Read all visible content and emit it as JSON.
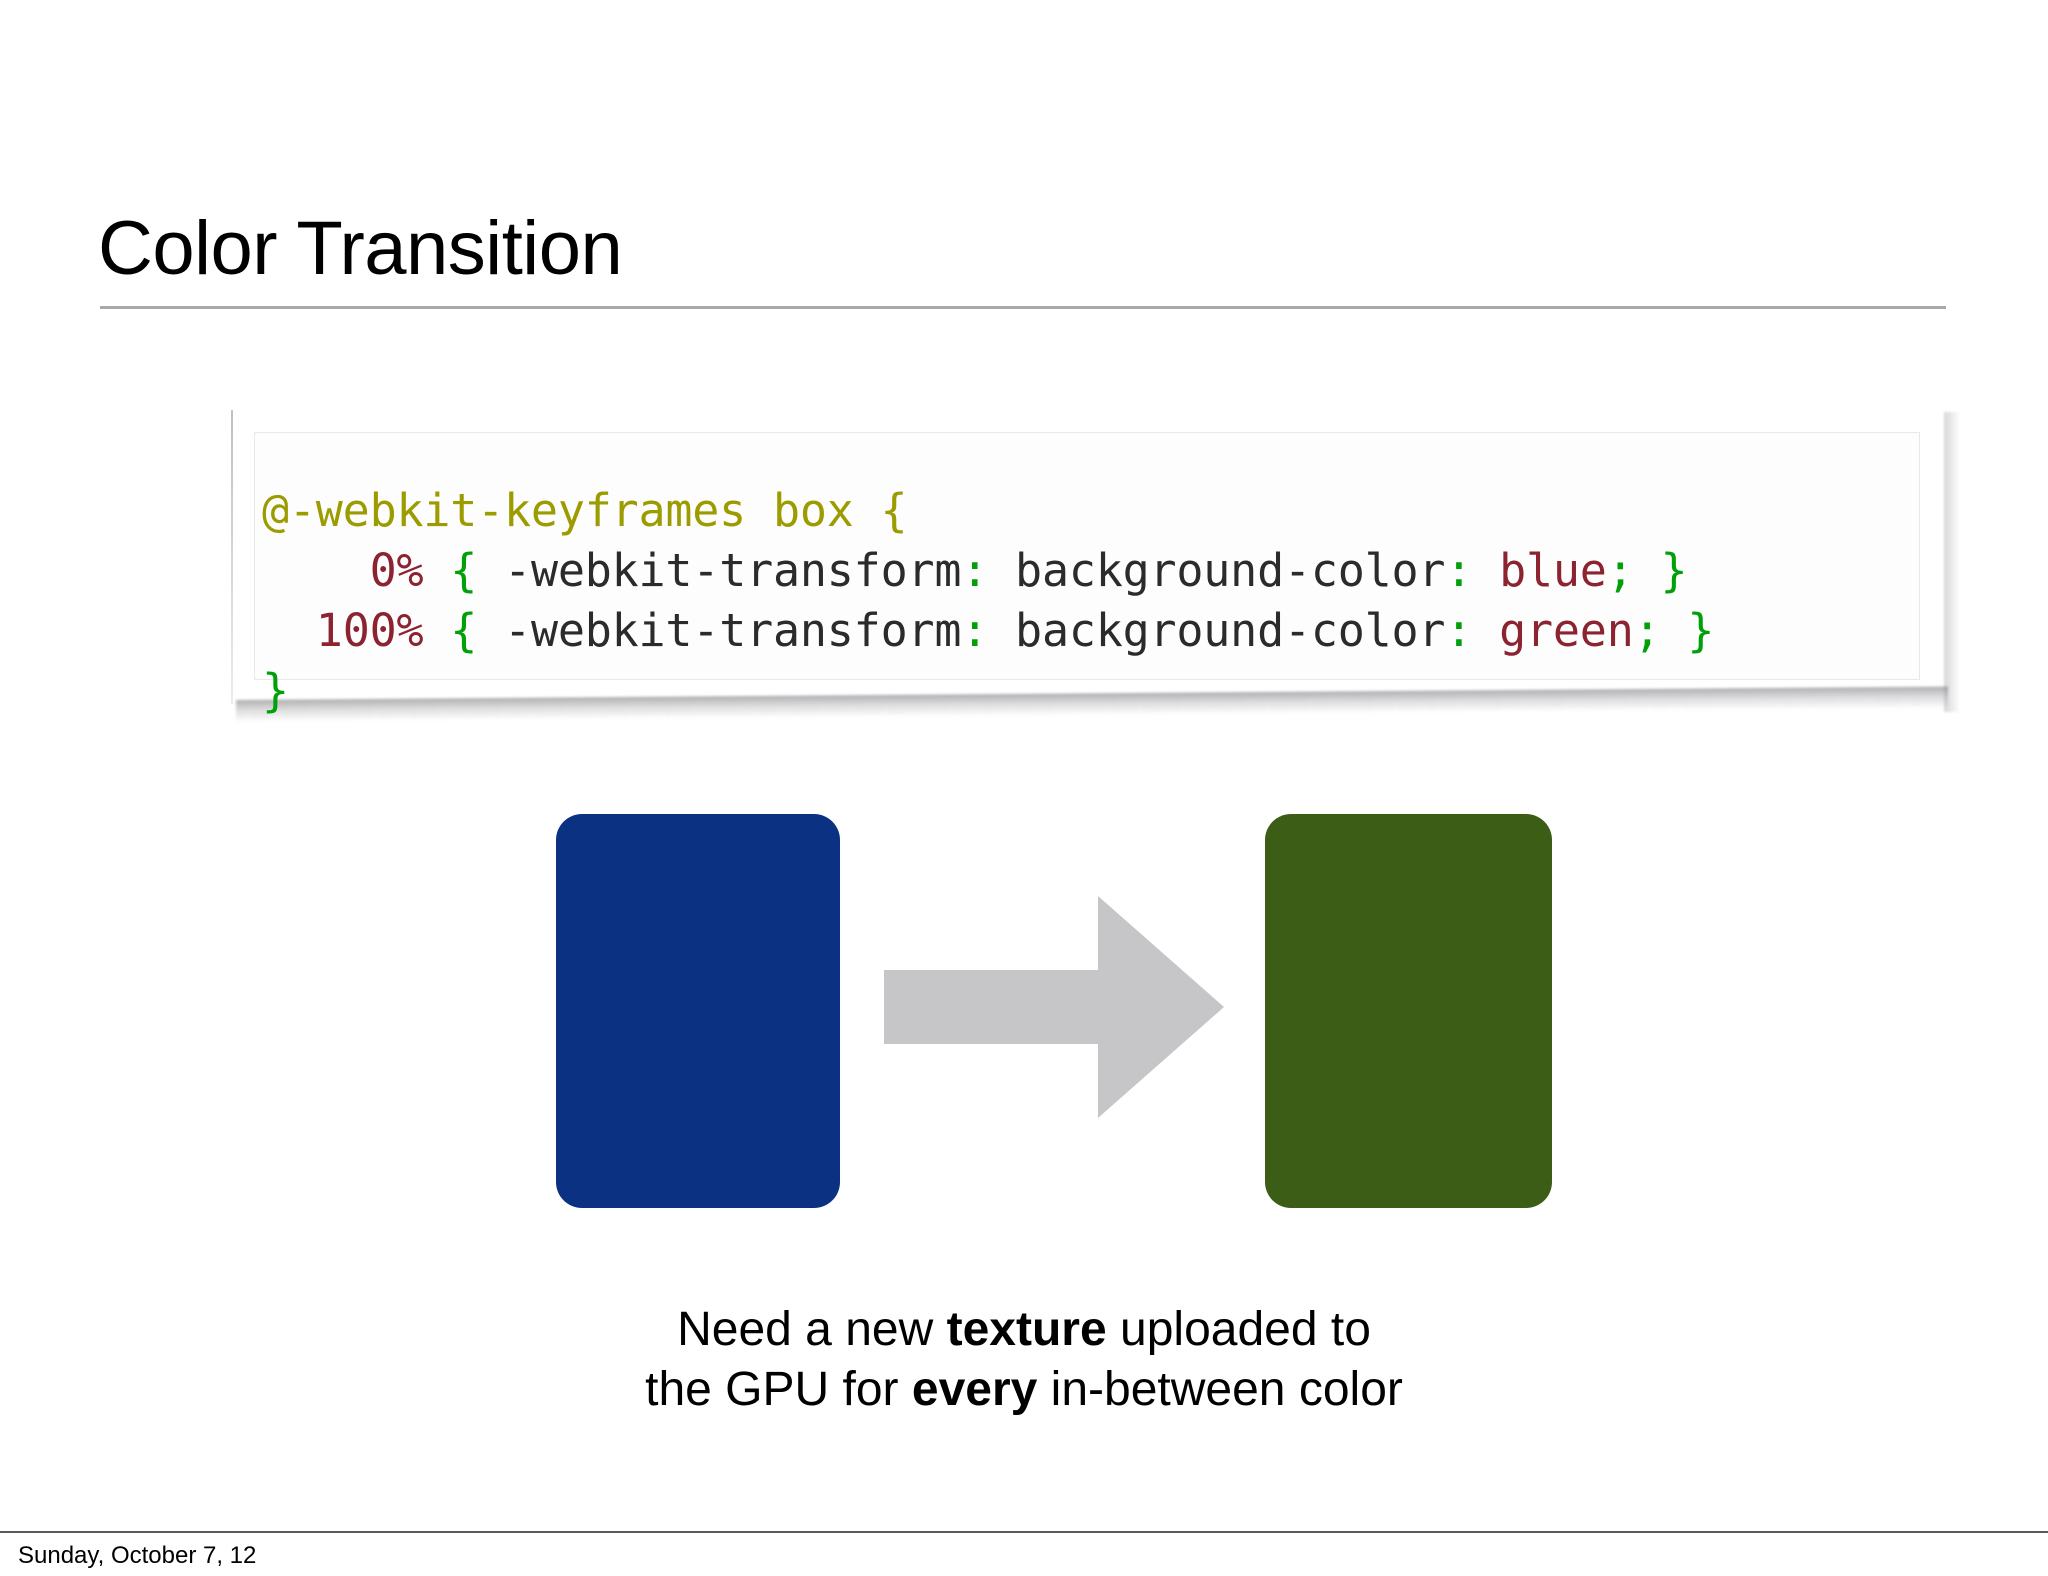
{
  "slide": {
    "title": "Color Transition",
    "background_color": "#ffffff",
    "rule_color": "#a9a9a9"
  },
  "code_block": {
    "language": "css",
    "lines": [
      {
        "id": "line-1",
        "tokens": [
          {
            "text": "@-webkit-keyframes box {",
            "type": "atrule",
            "color": "#9c9c00"
          }
        ]
      },
      {
        "id": "line-2",
        "tokens": [
          {
            "text": "    ",
            "type": "indent",
            "color": "#2b2b2b"
          },
          {
            "text": "0%",
            "type": "percent",
            "color": "#8b2331"
          },
          {
            "text": " ",
            "type": "space",
            "color": "#2b2b2b"
          },
          {
            "text": "{",
            "type": "brace",
            "color": "#00a008"
          },
          {
            "text": " -webkit-transform",
            "type": "prop",
            "color": "#2b2b2b"
          },
          {
            "text": ":",
            "type": "punct",
            "color": "#00a008"
          },
          {
            "text": " background-color",
            "type": "prop",
            "color": "#2b2b2b"
          },
          {
            "text": ":",
            "type": "punct",
            "color": "#00a008"
          },
          {
            "text": " blue",
            "type": "value",
            "color": "#8b2331"
          },
          {
            "text": ";",
            "type": "punct",
            "color": "#00a008"
          },
          {
            "text": " ",
            "type": "space",
            "color": "#2b2b2b"
          },
          {
            "text": "}",
            "type": "brace",
            "color": "#00a008"
          }
        ]
      },
      {
        "id": "line-3",
        "tokens": [
          {
            "text": "  ",
            "type": "indent",
            "color": "#2b2b2b"
          },
          {
            "text": "100%",
            "type": "percent",
            "color": "#8b2331"
          },
          {
            "text": " ",
            "type": "space",
            "color": "#2b2b2b"
          },
          {
            "text": "{",
            "type": "brace",
            "color": "#00a008"
          },
          {
            "text": " -webkit-transform",
            "type": "prop",
            "color": "#2b2b2b"
          },
          {
            "text": ":",
            "type": "punct",
            "color": "#00a008"
          },
          {
            "text": " background-color",
            "type": "prop",
            "color": "#2b2b2b"
          },
          {
            "text": ":",
            "type": "punct",
            "color": "#00a008"
          },
          {
            "text": " green",
            "type": "value",
            "color": "#8b2331"
          },
          {
            "text": ";",
            "type": "punct",
            "color": "#00a008"
          },
          {
            "text": " ",
            "type": "space",
            "color": "#2b2b2b"
          },
          {
            "text": "}",
            "type": "brace",
            "color": "#00a008"
          }
        ]
      },
      {
        "id": "line-4",
        "tokens": [
          {
            "text": "}",
            "type": "brace",
            "color": "#00a008"
          }
        ]
      }
    ],
    "plain_text": "@-webkit-keyframes box {\n    0% { -webkit-transform: background-color: blue; }\n  100% { -webkit-transform: background-color: green; }\n}"
  },
  "diagram": {
    "from_box": {
      "name": "blue-box",
      "color": "#0b3183",
      "color_keyword": "blue"
    },
    "arrow": {
      "name": "right-arrow-icon",
      "color": "#c6c6c8",
      "direction": "right"
    },
    "to_box": {
      "name": "green-box",
      "color": "#3c5d16",
      "color_keyword": "green"
    }
  },
  "caption": {
    "line1_before": "Need a new ",
    "line1_bold": "texture",
    "line1_after": " uploaded to",
    "line2_before": "the GPU for ",
    "line2_bold": "every",
    "line2_after": " in-between color"
  },
  "footer": {
    "date": "Sunday, October 7, 12"
  }
}
